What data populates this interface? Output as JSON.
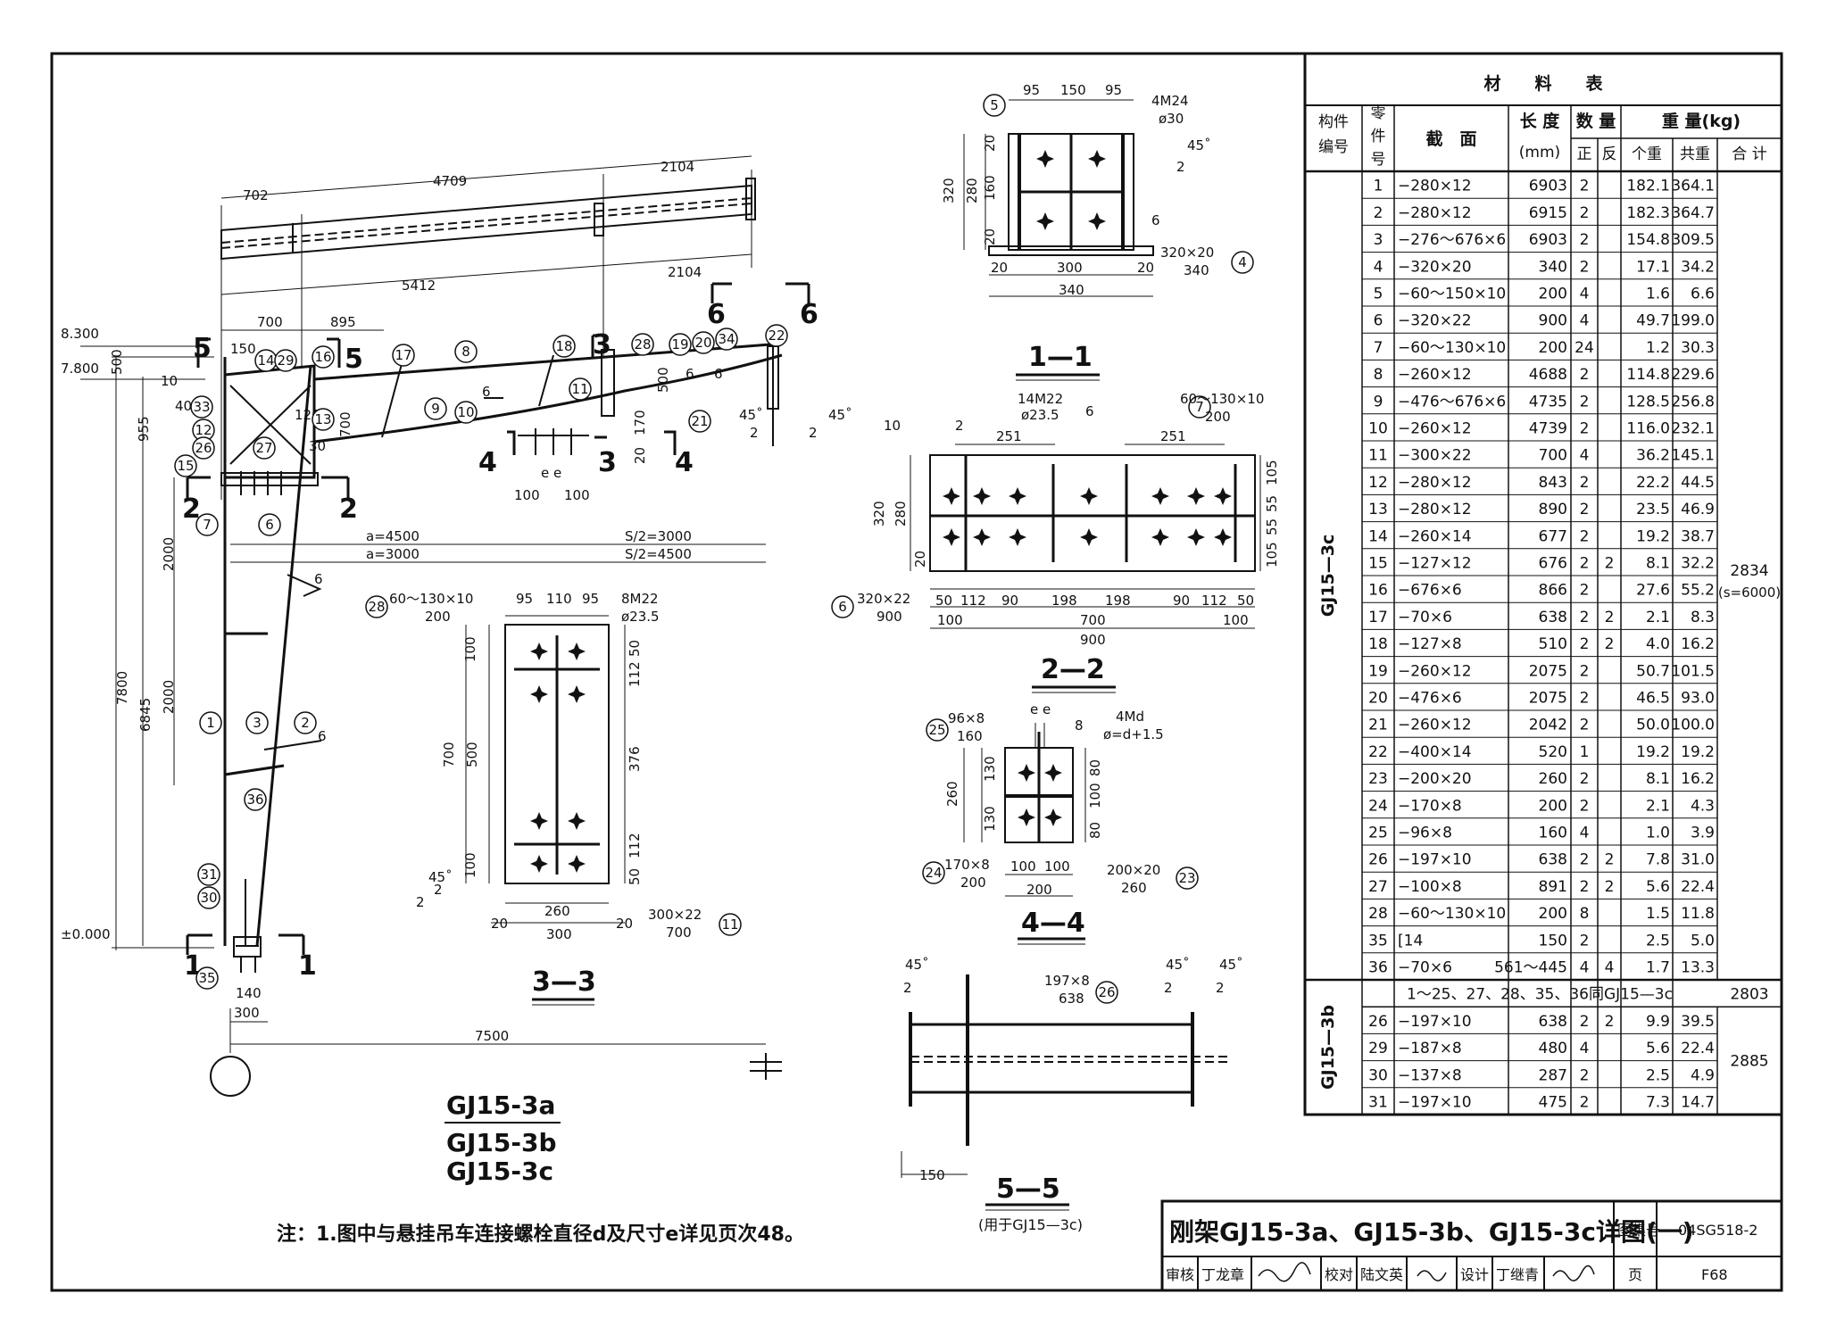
{
  "drawing": {
    "elevation_marks": {
      "top": "8.300",
      "eave": "7.800",
      "ground": "±0.000"
    },
    "main_dims": {
      "d702": "702",
      "d4709": "4709",
      "d2104a": "2104",
      "d5412": "5412",
      "d2104b": "2104",
      "d700": "700",
      "d895": "895",
      "d150": "150",
      "d500": "500",
      "d10": "10",
      "d40": "40",
      "d120": "120",
      "d700v": "700",
      "d30": "30",
      "d955": "955",
      "d7800": "7800",
      "d6845": "6845",
      "d2000a": "2000",
      "d2000b": "2000",
      "d140": "140",
      "d300": "300",
      "d7500": "7500",
      "a4500": "a=4500",
      "a3000": "a=3000",
      "s3000": "S/2=3000",
      "s4500": "S/2=4500",
      "d100a": "100",
      "d100b": "100",
      "ee": "e e",
      "d170": "170",
      "d20": "20",
      "d500b": "500",
      "d45a": "45˚",
      "d45b": "45˚",
      "w6a": "6",
      "w6b": "6",
      "w6c": "6",
      "w6d": "6",
      "w6e": "6",
      "w2a": "2",
      "w2b": "2"
    },
    "section_marks": {
      "s1": "1",
      "s2": "2",
      "s3": "3",
      "s4": "4",
      "s5": "5",
      "s6": "6"
    },
    "parts": [
      "1",
      "2",
      "3",
      "6",
      "7",
      "8",
      "9",
      "10",
      "11",
      "12",
      "13",
      "14",
      "15",
      "16",
      "17",
      "18",
      "19",
      "20",
      "21",
      "22",
      "26",
      "27",
      "28",
      "29",
      "30",
      "31",
      "33",
      "34",
      "35",
      "36"
    ],
    "titles": {
      "l1": "GJ15-3a",
      "l2": "GJ15-3b",
      "l3": "GJ15-3c"
    },
    "note": "注：1.图中与悬挂吊车连接螺栓直径d及尺寸e详见页次48。"
  },
  "section_1_1": {
    "title": "1—1",
    "labels": {
      "top95a": "95",
      "top150": "150",
      "top95b": "95",
      "bolt": "4M24",
      "hole": "ø30",
      "d320": "320",
      "d280": "280",
      "d20a": "20",
      "d160": "160",
      "d20b": "20",
      "d20c": "20",
      "d300": "300",
      "d20d": "20",
      "d340": "340",
      "plate": "320×20",
      "plate_len": "340",
      "w2": "2",
      "w6": "6",
      "ang": "45˚",
      "p5": "5",
      "p4": "4"
    }
  },
  "section_2_2": {
    "title": "2—2",
    "labels": {
      "bolt": "14M22",
      "hole": "ø23.5",
      "w10": "10",
      "w2": "2",
      "w6": "6",
      "plate7": "60～130×10",
      "plate7len": "200",
      "d251a": "251",
      "d251b": "251",
      "d320": "320",
      "d280": "280",
      "d20": "20",
      "d105a": "105",
      "d55a": "55",
      "d55b": "55",
      "d105b": "105",
      "plate6": "320×22",
      "plate6len": "900",
      "dims": [
        "50",
        "112",
        "90",
        "198",
        "198",
        "90",
        "112",
        "50"
      ],
      "d100a": "100",
      "d700": "700",
      "d100b": "100",
      "d900": "900",
      "p7": "7",
      "p6": "6"
    }
  },
  "section_3_3": {
    "title": "3—3",
    "labels": {
      "plate28": "60～130×10",
      "plate28len": "200",
      "d95a": "95",
      "d110": "110",
      "d95b": "95",
      "bolt": "8M22",
      "hole": "ø23.5",
      "d100a": "100",
      "d700": "700",
      "d500": "500",
      "d100b": "100",
      "r50a": "50",
      "r112a": "112",
      "r376": "376",
      "r112b": "112",
      "r50b": "50",
      "ang": "45˚",
      "w2a": "2",
      "w2b": "2",
      "d260": "260",
      "d20a": "20",
      "d300": "300",
      "d20b": "20",
      "plate11": "300×22",
      "plate11len": "700",
      "p28": "28",
      "p11": "11"
    }
  },
  "section_4_4": {
    "title": "4—4",
    "labels": {
      "plate25": "96×8",
      "plate25len": "160",
      "ee": "e e",
      "w8": "8",
      "bolt": "4Md",
      "hole": "ø=d+1.5",
      "d130a": "130",
      "d260": "260",
      "d130b": "130",
      "d80a": "80",
      "d100": "100",
      "d80b": "80",
      "plate24": "170×8",
      "plate24len": "200",
      "d100a": "100",
      "d100b": "100",
      "d200": "200",
      "plate23": "200×20",
      "plate23len": "260",
      "p25": "25",
      "p24": "24",
      "p23": "23"
    }
  },
  "section_5_5": {
    "title": "5—5",
    "subtitle": "(用于GJ15—3c)",
    "labels": {
      "plate26": "197×8",
      "plate26len": "638",
      "d150": "150",
      "ang1": "45˚",
      "ang2": "45˚",
      "ang3": "45˚",
      "w2a": "2",
      "w2b": "2",
      "w2c": "2",
      "p26": "26"
    }
  },
  "material_table": {
    "title": "材　　料　　表",
    "headers": {
      "member": "构件编号",
      "part": "零件号",
      "section": "截　面",
      "length": "长 度",
      "length_unit": "(mm)",
      "qty": "数 量",
      "qty_pos": "正",
      "qty_neg": "反",
      "weight": "重 量(kg)",
      "w_each": "个重",
      "w_total": "共重",
      "w_sum": "合 计"
    },
    "group_c": {
      "name": "GJ15—3c",
      "total": "2834",
      "total_note": "(s=6000)",
      "rows": [
        [
          "1",
          "−280×12",
          "6903",
          "2",
          "",
          "182.1",
          "364.1"
        ],
        [
          "2",
          "−280×12",
          "6915",
          "2",
          "",
          "182.3",
          "364.7"
        ],
        [
          "3",
          "−276～676×6",
          "6903",
          "2",
          "",
          "154.8",
          "309.5"
        ],
        [
          "4",
          "−320×20",
          "340",
          "2",
          "",
          "17.1",
          "34.2"
        ],
        [
          "5",
          "−60～150×10",
          "200",
          "4",
          "",
          "1.6",
          "6.6"
        ],
        [
          "6",
          "−320×22",
          "900",
          "4",
          "",
          "49.7",
          "199.0"
        ],
        [
          "7",
          "−60～130×10",
          "200",
          "24",
          "",
          "1.2",
          "30.3"
        ],
        [
          "8",
          "−260×12",
          "4688",
          "2",
          "",
          "114.8",
          "229.6"
        ],
        [
          "9",
          "−476～676×6",
          "4735",
          "2",
          "",
          "128.5",
          "256.8"
        ],
        [
          "10",
          "−260×12",
          "4739",
          "2",
          "",
          "116.0",
          "232.1"
        ],
        [
          "11",
          "−300×22",
          "700",
          "4",
          "",
          "36.2",
          "145.1"
        ],
        [
          "12",
          "−280×12",
          "843",
          "2",
          "",
          "22.2",
          "44.5"
        ],
        [
          "13",
          "−280×12",
          "890",
          "2",
          "",
          "23.5",
          "46.9"
        ],
        [
          "14",
          "−260×14",
          "677",
          "2",
          "",
          "19.2",
          "38.7"
        ],
        [
          "15",
          "−127×12",
          "676",
          "2",
          "2",
          "8.1",
          "32.2"
        ],
        [
          "16",
          "−676×6",
          "866",
          "2",
          "",
          "27.6",
          "55.2"
        ],
        [
          "17",
          "−70×6",
          "638",
          "2",
          "2",
          "2.1",
          "8.3"
        ],
        [
          "18",
          "−127×8",
          "510",
          "2",
          "2",
          "4.0",
          "16.2"
        ],
        [
          "19",
          "−260×12",
          "2075",
          "2",
          "",
          "50.7",
          "101.5"
        ],
        [
          "20",
          "−476×6",
          "2075",
          "2",
          "",
          "46.5",
          "93.0"
        ],
        [
          "21",
          "−260×12",
          "2042",
          "2",
          "",
          "50.0",
          "100.0"
        ],
        [
          "22",
          "−400×14",
          "520",
          "1",
          "",
          "19.2",
          "19.2"
        ],
        [
          "23",
          "−200×20",
          "260",
          "2",
          "",
          "8.1",
          "16.2"
        ],
        [
          "24",
          "−170×8",
          "200",
          "2",
          "",
          "2.1",
          "4.3"
        ],
        [
          "25",
          "−96×8",
          "160",
          "4",
          "",
          "1.0",
          "3.9"
        ],
        [
          "26",
          "−197×10",
          "638",
          "2",
          "2",
          "7.8",
          "31.0"
        ],
        [
          "27",
          "−100×8",
          "891",
          "2",
          "2",
          "5.6",
          "22.4"
        ],
        [
          "28",
          "−60～130×10",
          "200",
          "8",
          "",
          "1.5",
          "11.8"
        ],
        [
          "35",
          "[14",
          "150",
          "2",
          "",
          "2.5",
          "5.0"
        ],
        [
          "36",
          "−70×6",
          "561～445",
          "4",
          "4",
          "1.7",
          "13.3"
        ]
      ]
    },
    "group_b": {
      "name": "GJ15—3b",
      "same_note": "1～25、27、28、35、36同GJ15—3c",
      "same_total": "2803",
      "total": "2885",
      "rows": [
        [
          "26",
          "−197×10",
          "638",
          "2",
          "2",
          "9.9",
          "39.5"
        ],
        [
          "29",
          "−187×8",
          "480",
          "4",
          "",
          "5.6",
          "22.4"
        ],
        [
          "30",
          "−137×8",
          "287",
          "2",
          "",
          "2.5",
          "4.9"
        ],
        [
          "31",
          "−197×10",
          "475",
          "2",
          "",
          "7.3",
          "14.7"
        ]
      ]
    }
  },
  "title_block": {
    "title": "刚架GJ15-3a、GJ15-3b、GJ15-3c详图(一)",
    "atlas_label": "图集号",
    "atlas_no": "04SG518-2",
    "review_label": "审核",
    "reviewer": "丁龙章",
    "check_label": "校对",
    "checker": "陆文英",
    "design_label": "设计",
    "designer": "丁继青",
    "page_label": "页",
    "page_no": "F68"
  }
}
